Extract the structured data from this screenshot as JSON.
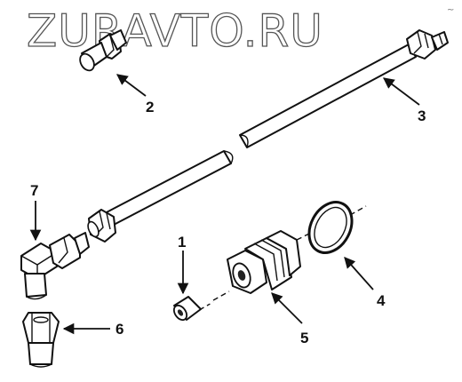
{
  "watermark": "ZURAVTO.RU",
  "corner_mark": "~",
  "callouts": [
    {
      "id": "1",
      "label": "1"
    },
    {
      "id": "2",
      "label": "2"
    },
    {
      "id": "3",
      "label": "3"
    },
    {
      "id": "4",
      "label": "4"
    },
    {
      "id": "5",
      "label": "5"
    },
    {
      "id": "6",
      "label": "6"
    },
    {
      "id": "7",
      "label": "7"
    }
  ]
}
